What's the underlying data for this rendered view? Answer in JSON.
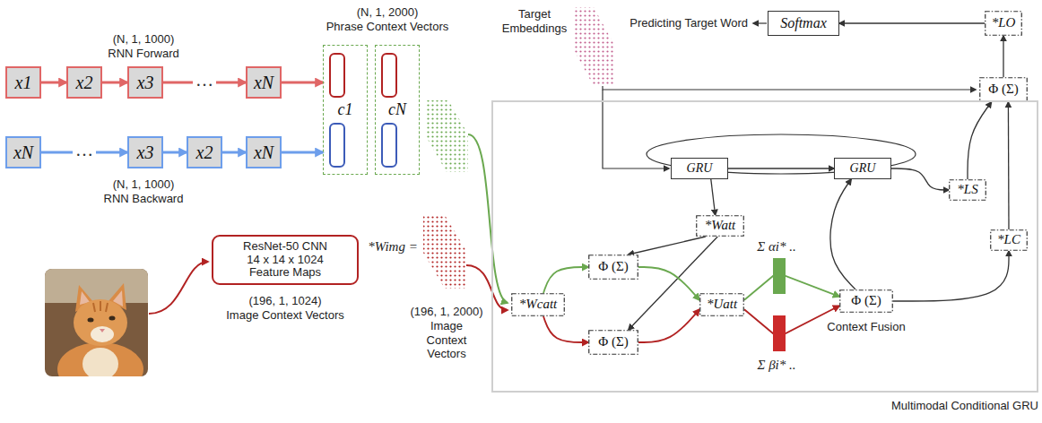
{
  "diagram": {
    "nodes": [
      {
        "text": [
          "x1"
        ]
      },
      {
        "text": [
          "x2"
        ]
      },
      {
        "text": [
          "x3"
        ]
      },
      {
        "text": [
          "xN"
        ]
      },
      {
        "text": [
          "xN"
        ]
      },
      {
        "text": [
          "x3"
        ]
      },
      {
        "text": [
          "x2"
        ]
      },
      {
        "text": [
          "xN"
        ]
      },
      {
        "text": [
          "c1"
        ]
      },
      {
        "text": [
          "cN"
        ]
      },
      {
        "text": [
          "Softmax"
        ]
      },
      {
        "text": [
          "*LO"
        ]
      },
      {
        "text": [
          "Φ (Σ)"
        ]
      },
      {
        "text": [
          "ResNet-50 CNN 14 x 14 x 1024 Feature Maps"
        ]
      },
      {
        "text": [
          "Multimodal Conditional GRU"
        ]
      },
      {
        "text": [
          "GRU"
        ],
        "in": 14
      },
      {
        "text": [
          "GRU"
        ],
        "in": 14
      },
      {
        "text": [
          "*LS"
        ],
        "in": 14
      },
      {
        "text": [
          "*Watt"
        ],
        "in": 14
      },
      {
        "text": [
          "*LC"
        ],
        "in": 14
      },
      {
        "text": [
          "Φ (Σ)"
        ],
        "in": 14
      },
      {
        "text": [
          "*Wcatt"
        ],
        "in": 14
      },
      {
        "text": [
          "*Uatt"
        ],
        "in": 14
      },
      {
        "text": [
          "Φ (Σ)",
          "Context Fusion"
        ],
        "in": 14
      },
      {
        "text": [
          "Φ (Σ)"
        ],
        "in": 14
      }
    ],
    "edges": [
      {
        "from": 0,
        "to": 1,
        "arrow": "to"
      },
      {
        "from": 1,
        "to": 2,
        "arrow": "to"
      },
      {
        "from": 2,
        "to": 3,
        "arrow": "to",
        "label": "…"
      },
      {
        "from": 3,
        "to": 8,
        "arrow": "to"
      },
      {
        "from": 4,
        "to": 5,
        "arrow": "to",
        "label": "…"
      },
      {
        "from": 5,
        "to": 6,
        "arrow": "to"
      },
      {
        "from": 6,
        "to": 7,
        "arrow": "to"
      },
      {
        "from": 7,
        "to": 8,
        "arrow": "to"
      },
      {
        "from": 15,
        "to": 16,
        "arrow": "to"
      },
      {
        "from": 15,
        "to": 18,
        "arrow": "to"
      },
      {
        "from": 18,
        "to": 20,
        "arrow": "to"
      },
      {
        "from": 18,
        "to": 24,
        "arrow": "to"
      },
      {
        "from": 21,
        "to": 20,
        "arrow": "to"
      },
      {
        "from": 21,
        "to": 24,
        "arrow": "to"
      },
      {
        "from": 20,
        "to": 22,
        "arrow": "to"
      },
      {
        "from": 24,
        "to": 22,
        "arrow": "to"
      },
      {
        "from": 22,
        "to": 23,
        "arrow": "to"
      },
      {
        "from": 22,
        "to": 23,
        "arrow": "to"
      },
      {
        "from": 23,
        "to": 16,
        "arrow": "to"
      },
      {
        "from": 16,
        "to": 17,
        "arrow": "to"
      },
      {
        "from": 23,
        "to": 19,
        "arrow": "to"
      },
      {
        "from": 17,
        "to": 12,
        "arrow": "to"
      },
      {
        "from": 19,
        "to": 12,
        "arrow": "to"
      },
      {
        "from": 12,
        "to": 11,
        "arrow": "to"
      },
      {
        "from": 11,
        "to": 10,
        "arrow": "to"
      }
    ],
    "labels": [
      "(N, 1, 1000)",
      "RNN Forward",
      "(N, 1, 2000)",
      "Phrase Context Vectors",
      "Target Embeddings",
      "Predicting Target Word",
      "(N, 1, 1000)",
      "RNN Backward",
      "*Wimg =",
      "(196, 1, 1024)",
      "Image Context Vectors",
      "(196, 1, 2000)",
      "Image Context Vectors",
      "Σ αi* ..",
      "Σ βi* .."
    ]
  }
}
